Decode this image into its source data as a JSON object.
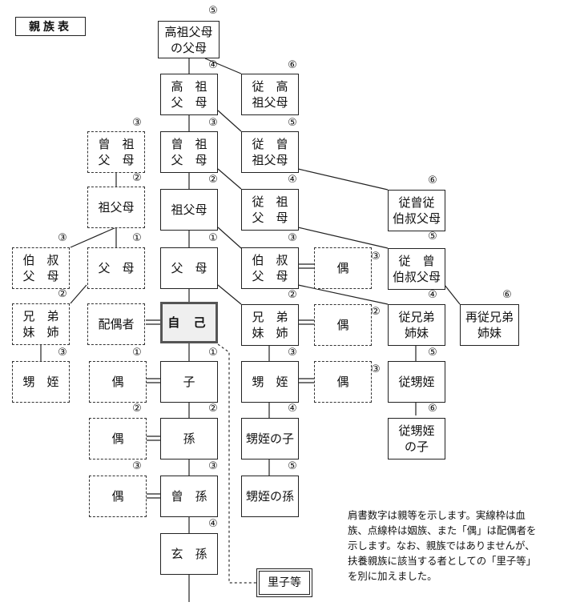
{
  "title": "親族表",
  "note_lines": [
    "肩書数字は親等を示します。実線枠は血",
    "族、点線枠は姻族、また「偶」は配偶者を",
    "示します。なお、親族ではありませんが、",
    "扶養親族に該当する者としての「里子等」",
    "を別に加えました。"
  ],
  "nodes": {
    "koso_fubo": {
      "label": "高祖父母\nの父母",
      "degree": "⑤"
    },
    "koso": {
      "label": "高　祖\n父　母",
      "degree": "④"
    },
    "juko_sofubo": {
      "label": "従　高\n祖父母",
      "degree": "⑥"
    },
    "soso": {
      "label": "曾　祖\n父　母",
      "degree": "③"
    },
    "soso_inzoku": {
      "label": "曾　祖\n父　母",
      "degree": "③"
    },
    "juso_sofubo": {
      "label": "従　曾\n祖父母",
      "degree": "⑤"
    },
    "juso_juhaku": {
      "label": "従曾従\n伯叔父母",
      "degree": "⑥"
    },
    "sofubo": {
      "label": "祖父母",
      "degree": "②"
    },
    "sofubo_inzoku": {
      "label": "祖父母",
      "degree": "②"
    },
    "juso": {
      "label": "従　祖\n父　母",
      "degree": "④"
    },
    "fubo": {
      "label": "父　母",
      "degree": "①"
    },
    "fubo_inzoku": {
      "label": "父　母",
      "degree": "①"
    },
    "hakushuku": {
      "label": "伯　叔\n父　母",
      "degree": "③"
    },
    "hakushuku_inzoku": {
      "label": "伯　叔\n父　母",
      "degree": "③"
    },
    "hakushuku_gu": {
      "label": "偶",
      "degree": "③"
    },
    "juso_hakushuku": {
      "label": "従　曾\n伯叔父母",
      "degree": "⑤"
    },
    "jiko": {
      "label": "自 己"
    },
    "haigusha": {
      "label": "配偶者"
    },
    "kyodai": {
      "label": "兄　弟\n妹　姉",
      "degree": "②"
    },
    "kyodai_inzoku": {
      "label": "兄　弟\n妹　姉",
      "degree": "②"
    },
    "kyodai_gu": {
      "label": "偶",
      "degree": "②"
    },
    "itoko": {
      "label": "従兄弟\n姉妹",
      "degree": "④"
    },
    "mata_itoko": {
      "label": "再従兄弟\n姉妹",
      "degree": "⑥"
    },
    "oimei": {
      "label": "甥　姪",
      "degree": "③"
    },
    "oimei_inzoku": {
      "label": "甥　姪",
      "degree": "③"
    },
    "oimei_gu": {
      "label": "偶",
      "degree": "③"
    },
    "itoko_oimei": {
      "label": "従甥姪",
      "degree": "⑤"
    },
    "itoko_oimei_ko": {
      "label": "従甥姪\nの子",
      "degree": "⑥"
    },
    "oimei_ko": {
      "label": "甥姪の子",
      "degree": "④"
    },
    "oimei_mago": {
      "label": "甥姪の孫",
      "degree": "⑤"
    },
    "ko": {
      "label": "子",
      "degree": "①"
    },
    "ko_gu": {
      "label": "偶",
      "degree": "①"
    },
    "mago": {
      "label": "孫",
      "degree": "②"
    },
    "mago_gu": {
      "label": "偶",
      "degree": "②"
    },
    "himago": {
      "label": "曾　孫",
      "degree": "③"
    },
    "himago_gu": {
      "label": "偶",
      "degree": "③"
    },
    "genson": {
      "label": "玄　孫",
      "degree": "④"
    },
    "satogo": {
      "label": "里子等"
    }
  }
}
